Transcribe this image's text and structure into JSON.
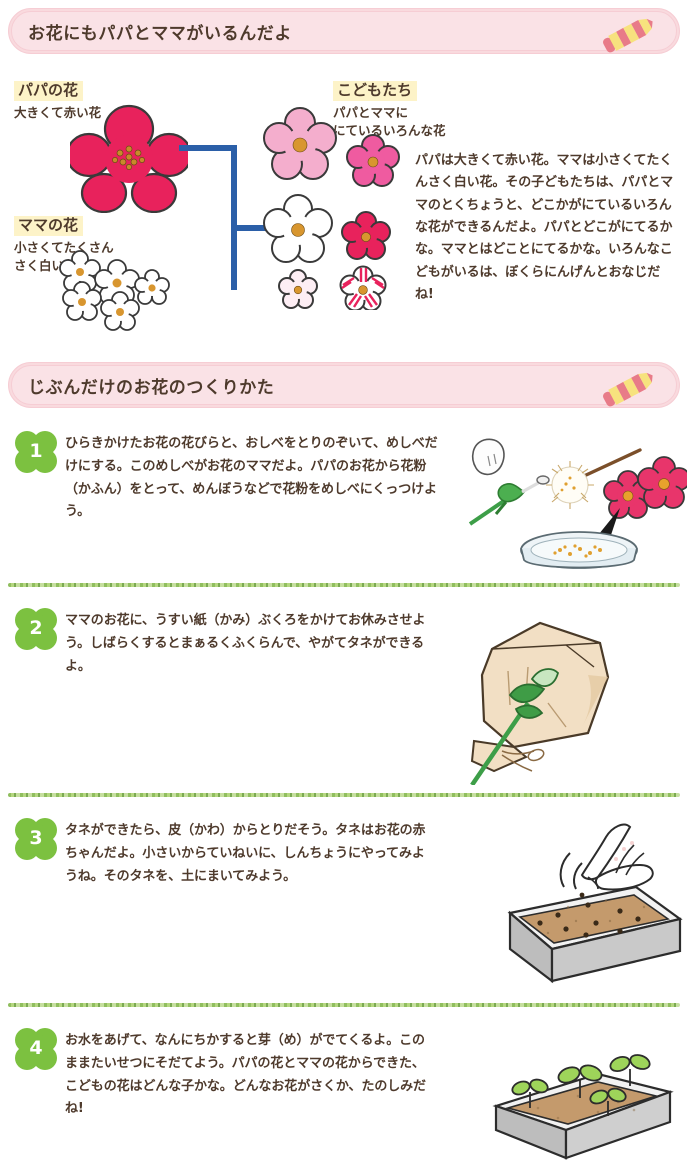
{
  "sections": [
    {
      "id": "parents",
      "title": "お花にもパパとママがいるんだよ",
      "icon": "pencil-icon"
    },
    {
      "id": "howto",
      "title": "じぶんだけのお花のつくりかた",
      "icon": "pencil-icon"
    }
  ],
  "diagram": {
    "papa": {
      "label": "パパの花",
      "description": "大きくて赤い花",
      "flower_color": "#e8225c"
    },
    "mama": {
      "label": "ママの花",
      "description": "小さくてたくさん\nさく白い花",
      "flower_color": "#ffffff"
    },
    "children": {
      "label": "こどもたち",
      "description": "パパとママに\nにているいろんな花",
      "flower_colors": [
        "#f4aecd",
        "#ef5ba0",
        "#ffffff",
        "#e8225c",
        "#fdeef4",
        "#ffffff"
      ]
    },
    "connector_color": "#2b5fa8",
    "body_text": "パパは大きくて赤い花。ママは小さくてたくんさく白い花。その子どもたちは、パパとママのとくちょうと、どこかがにているいろんな花ができるんだよ。パパとどこがにてるかな。ママとはどことにてるかな。いろんなこどもがいるは、ぼくらにんげんとおなじだね!"
  },
  "steps": [
    {
      "number": "1",
      "text": "ひらきかけたお花の花びらと、おしべをとりのぞいて、めしべだけにする。このめしべがお花のママだよ。パパのお花から花粉（かふん）をとって、めんぼうなどで花粉をめしべにくっつけよう。",
      "illustration": "pollination-tools-illustration"
    },
    {
      "number": "2",
      "text": "ママのお花に、うすい紙（かみ）ぶくろをかけてお休みさせよう。しばらくするとまぁるくふくらんで、やがてタネができるよ。",
      "illustration": "paper-bag-flower-illustration"
    },
    {
      "number": "3",
      "text": "タネができたら、皮（かわ）からとりだそう。タネはお花の赤ちゃんだよ。小さいからていねいに、しんちょうにやってみようね。そのタネを、土にまいてみよう。",
      "illustration": "hand-sowing-seeds-illustration"
    },
    {
      "number": "4",
      "text": "お水をあげて、なんにちかすると芽（め）がでてくるよ。このままたいせつにそだてよう。パパの花とママの花からできた、こどもの花はどんな子かな。どんなお花がさくか、たのしみだね!",
      "illustration": "sprouting-seedlings-illustration"
    }
  ],
  "colors": {
    "header_bg": "#fae2e6",
    "header_border": "#f6cdd4",
    "highlight": "#fdf3c8",
    "text": "#4e3a2c",
    "badge_green": "#7cc140",
    "divider_green": "#7cb342"
  }
}
